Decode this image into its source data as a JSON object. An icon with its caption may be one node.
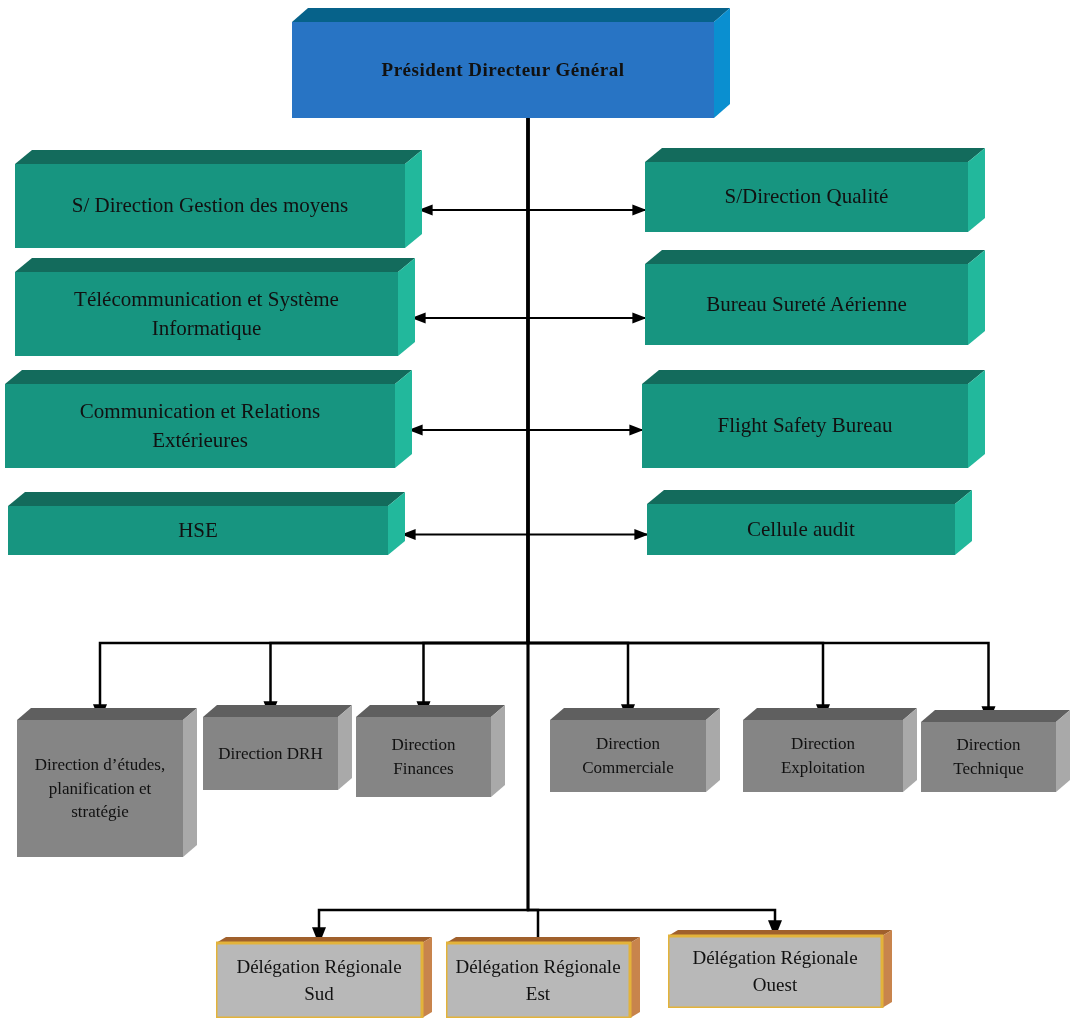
{
  "diagram": {
    "nodes": [
      {
        "text": [
          "Président  Directeur Général"
        ]
      },
      {
        "text": [
          "S/ Direction Gestion des moyens"
        ]
      },
      {
        "text": [
          "S/Direction Qualité"
        ]
      },
      {
        "text": [
          "Télécommunication et Système Informatique"
        ]
      },
      {
        "text": [
          "Bureau Sureté Aérienne"
        ]
      },
      {
        "text": [
          "Communication et Relations Extérieures"
        ]
      },
      {
        "text": [
          "Flight Safety Bureau"
        ]
      },
      {
        "text": [
          "HSE"
        ]
      },
      {
        "text": [
          "Cellule audit"
        ]
      },
      {
        "text": [
          "Direction d’études, planification et stratégie"
        ]
      },
      {
        "text": [
          "Direction DRH"
        ]
      },
      {
        "text": [
          "Direction Finances"
        ]
      },
      {
        "text": [
          "Direction Commerciale"
        ]
      },
      {
        "text": [
          "Direction Exploitation"
        ]
      },
      {
        "text": [
          "Direction Technique"
        ]
      },
      {
        "text": [
          "Délégation Régionale Sud"
        ]
      },
      {
        "text": [
          "Délégation Régionale Est"
        ]
      },
      {
        "text": [
          "Délégation Régionale Ouest"
        ]
      }
    ],
    "edges": [
      {
        "from": 1,
        "to": 2,
        "arrow": "both"
      },
      {
        "from": 3,
        "to": 4,
        "arrow": "both"
      },
      {
        "from": 5,
        "to": 6,
        "arrow": "both"
      },
      {
        "from": 7,
        "to": 8,
        "arrow": "both"
      },
      {
        "from": 0,
        "to": 9,
        "arrow": "to"
      },
      {
        "from": 0,
        "to": 10,
        "arrow": "to"
      },
      {
        "from": 0,
        "to": 11,
        "arrow": "to"
      },
      {
        "from": 0,
        "to": 12,
        "arrow": "to"
      },
      {
        "from": 0,
        "to": 13,
        "arrow": "to"
      },
      {
        "from": 0,
        "to": 14,
        "arrow": "to"
      },
      {
        "from": 0,
        "to": 15,
        "arrow": "to"
      },
      {
        "from": 0,
        "to": 16,
        "arrow": "none"
      },
      {
        "from": 0,
        "to": 17,
        "arrow": "to"
      }
    ]
  }
}
